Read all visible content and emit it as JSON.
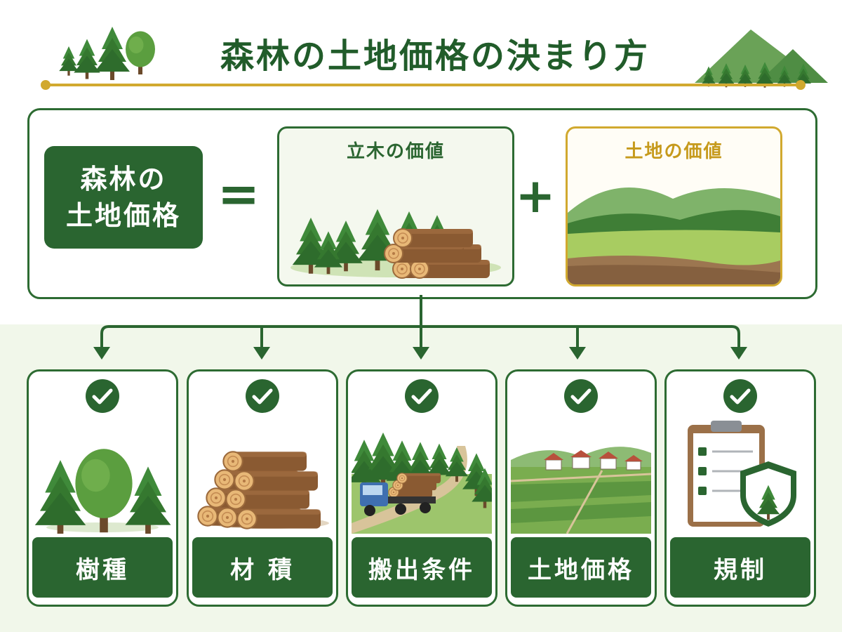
{
  "title": "森林の土地価格の決まり方",
  "formula": {
    "result_label_line1": "森林の",
    "result_label_line2": "土地価格",
    "equals": "=",
    "plus": "+",
    "term_standing_trees": "立木の価値",
    "term_land": "土地の価値"
  },
  "factors": [
    {
      "label": "樹種",
      "icon": "trees-species-icon"
    },
    {
      "label": "材 積",
      "icon": "log-pile-icon"
    },
    {
      "label": "搬出条件",
      "icon": "logging-truck-icon"
    },
    {
      "label": "土地価格",
      "icon": "farmland-village-icon"
    },
    {
      "label": "規制",
      "icon": "clipboard-shield-icon"
    }
  ],
  "colors": {
    "primary_green": "#2a6530",
    "accent_gold": "#d1a92f",
    "light_background": "#f1f7ea"
  }
}
